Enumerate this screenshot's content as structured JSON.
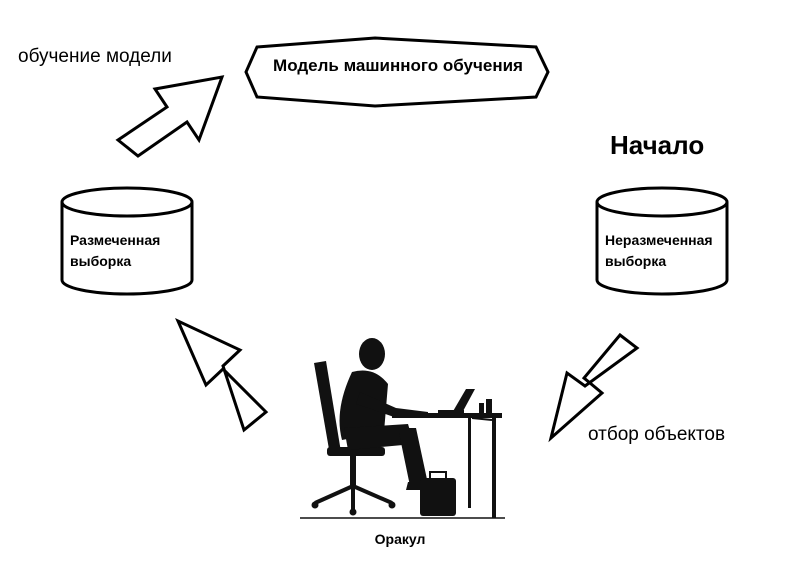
{
  "diagram": {
    "model_label": "Модель машинного обучения",
    "labeled_line1": "Размеченная",
    "labeled_line2": "выборка",
    "unlabeled_line1": "Неразмеченная",
    "unlabeled_line2": "выборка",
    "start_label": "Начало",
    "train_step_label": "обучение модели",
    "select_step_label": "отбор объектов",
    "oracle_label": "Оракул",
    "oracle_icon": "person-at-desk-icon"
  }
}
